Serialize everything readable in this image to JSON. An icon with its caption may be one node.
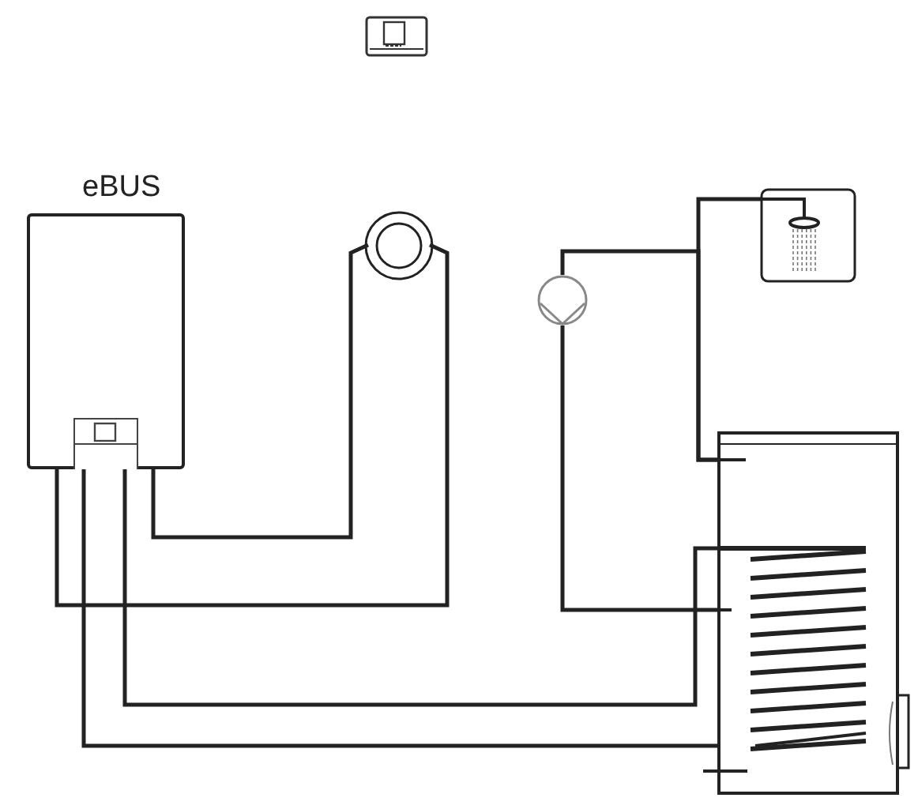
{
  "diagram": {
    "nodes": [
      {
        "text": [
          "eBUS"
        ]
      },
      {
        "text": [],
        "shape": "circle"
      },
      {
        "text": [],
        "shape": "circle"
      },
      {
        "text": [],
        "shape": "picture"
      },
      {
        "text": [],
        "shape": "cylinder"
      }
    ],
    "edges": [
      {
        "from": 0,
        "to": 1,
        "arrow": "none"
      },
      {
        "from": 0,
        "to": 1,
        "arrow": "none"
      },
      {
        "from": 0,
        "to": 4,
        "arrow": "none"
      },
      {
        "from": 0,
        "to": 4,
        "arrow": "none"
      },
      {
        "from": 4,
        "to": 3,
        "arrow": "none"
      },
      {
        "from": 4,
        "to": 2,
        "arrow": "none"
      },
      {
        "from": 2,
        "to": 4,
        "arrow": "none"
      }
    ]
  }
}
